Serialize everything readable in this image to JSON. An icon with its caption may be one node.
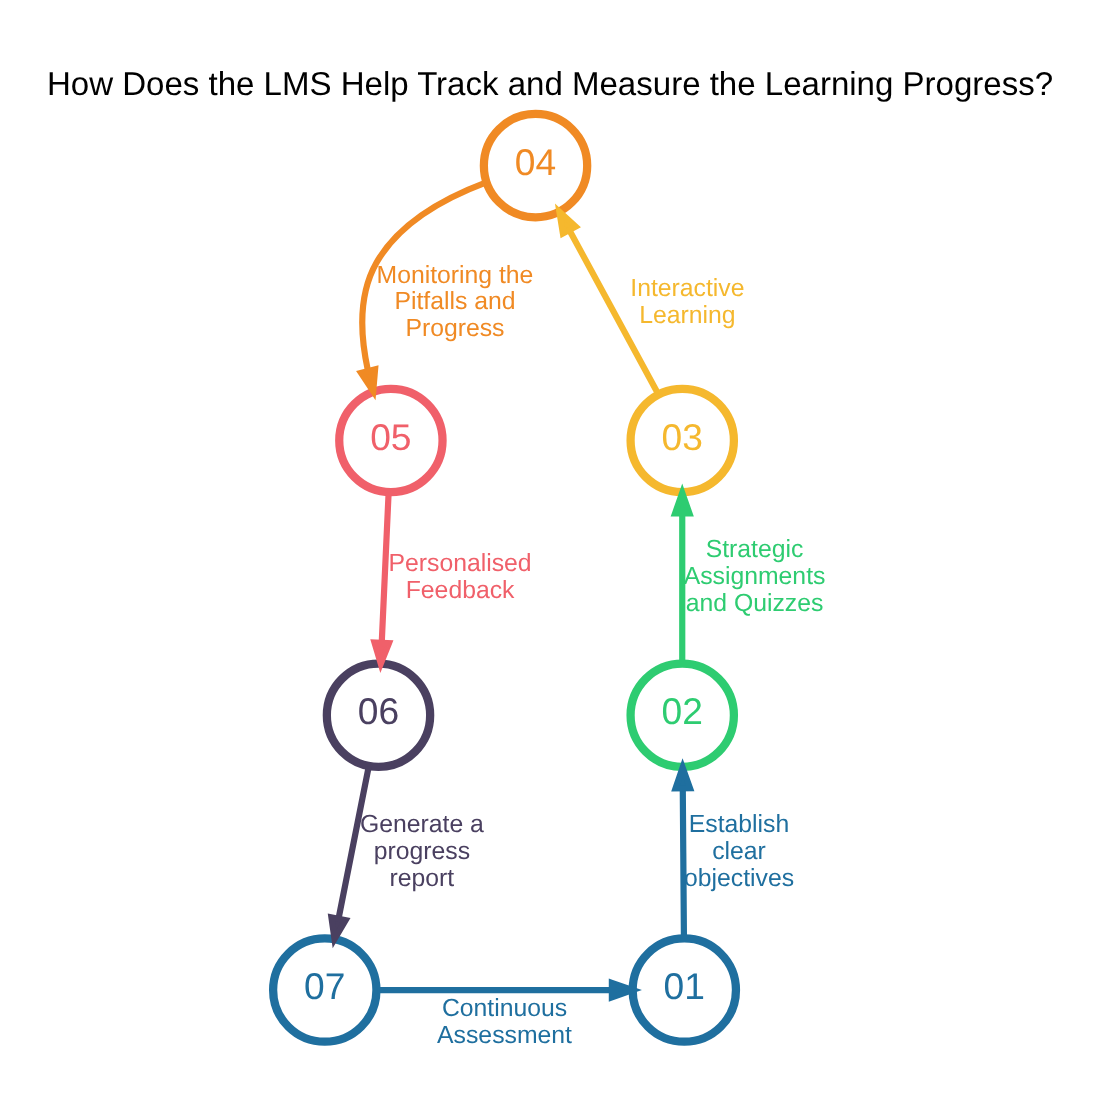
{
  "diagram": {
    "title": "How Does the LMS Help Track and Measure the Learning Progress?",
    "nodes": [
      {
        "text": [
          "01"
        ]
      },
      {
        "text": [
          "02"
        ]
      },
      {
        "text": [
          "03"
        ]
      },
      {
        "text": [
          "04"
        ]
      },
      {
        "text": [
          "05"
        ]
      },
      {
        "text": [
          "06"
        ]
      },
      {
        "text": [
          "07"
        ]
      }
    ],
    "edges": [
      {
        "from": 0,
        "to": 1,
        "arrow": "to",
        "label": "Establish clear objectives",
        "color": "#1f6f9f"
      },
      {
        "from": 1,
        "to": 2,
        "arrow": "to",
        "label": "Strategic Assignments and Quizzes",
        "color": "#2ecc71"
      },
      {
        "from": 2,
        "to": 3,
        "arrow": "to",
        "label": "Interactive Learning",
        "color": "#f5b82e"
      },
      {
        "from": 3,
        "to": 4,
        "arrow": "to",
        "label": "Monitoring the Pitfalls and Progress",
        "color": "#f08a24"
      },
      {
        "from": 4,
        "to": 5,
        "arrow": "to",
        "label": "Personalised Feedback",
        "color": "#f0606a"
      },
      {
        "from": 5,
        "to": 6,
        "arrow": "to",
        "label": "Generate a progress report",
        "color": "#4a4060"
      },
      {
        "from": 6,
        "to": 0,
        "arrow": "to",
        "label": "Continuous Assessment",
        "color": "#1f6f9f"
      }
    ]
  }
}
